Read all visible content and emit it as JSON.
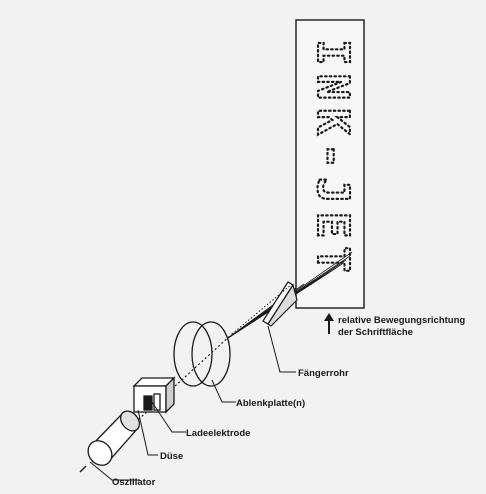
{
  "diagram": {
    "paper_text": "INK-JET",
    "labels": {
      "oscillator": "Oszillator",
      "nozzle": "Düse",
      "charge_electrode": "Ladeelektrode",
      "deflection_plate": "Ablenkplatte(n)",
      "catcher_tube": "Fängerrohr",
      "motion_line1": "relative Bewegungsrichtung",
      "motion_line2": "der Schriftfläche"
    },
    "colors": {
      "ink": "#1a1a1a",
      "background": "#f2f2f2",
      "paper": "#f7f7f7"
    },
    "icons": {
      "motion_arrow": "arrow-up-icon"
    }
  }
}
